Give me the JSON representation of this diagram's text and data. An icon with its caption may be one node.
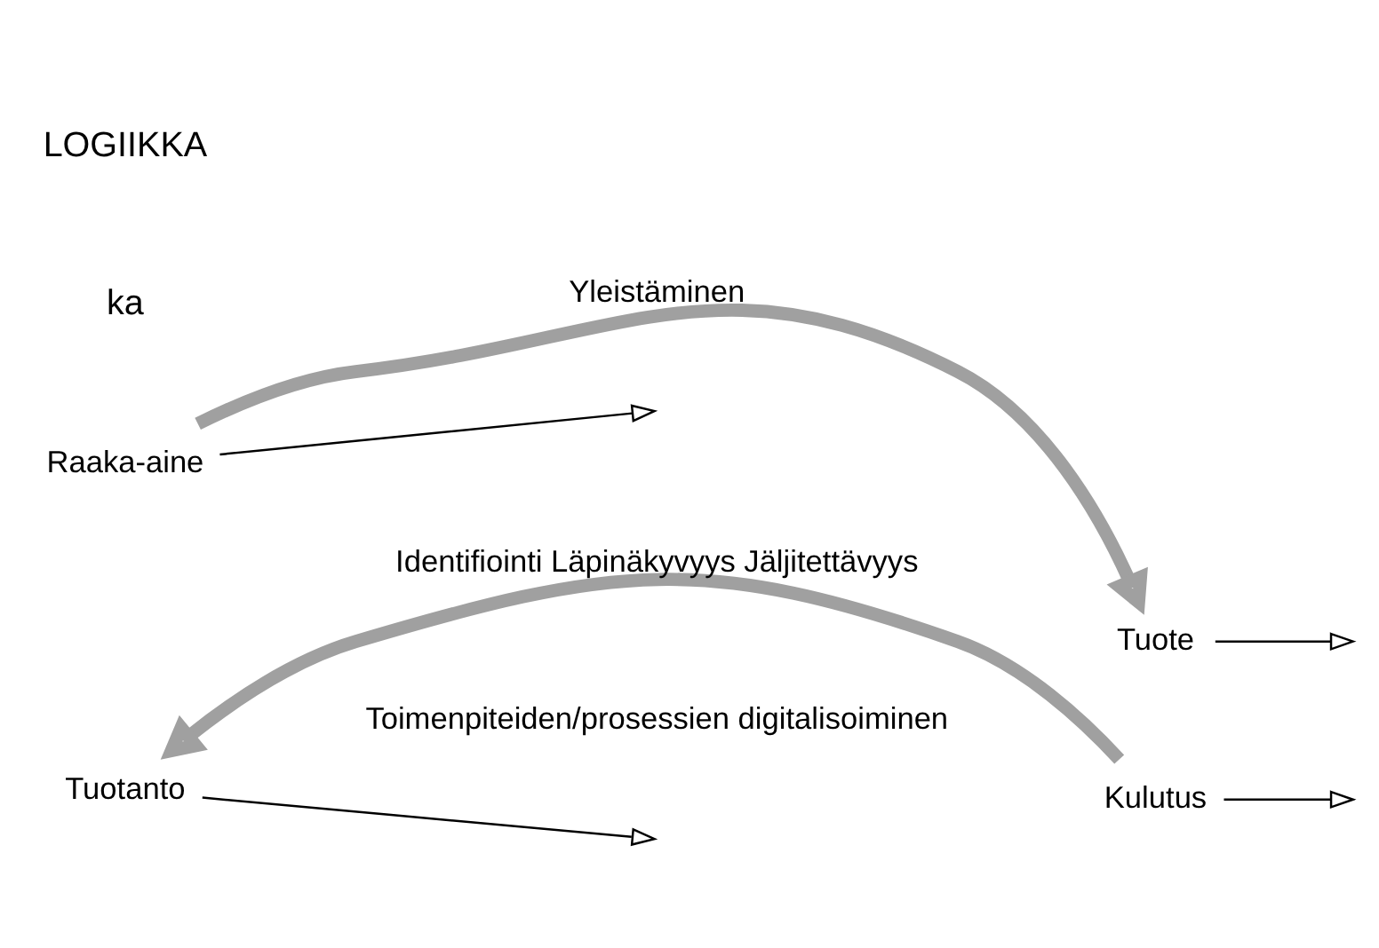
{
  "diagram": {
    "nodes": [
      {
        "text": [
          "Raaka-aine"
        ]
      },
      {
        "text": [
          "Tuotanto"
        ]
      },
      {
        "text": [
          "Toimenpiteiden/prosessien digitalisoiminen"
        ]
      },
      {
        "text": [
          "Tuote"
        ]
      },
      {
        "text": [
          "Kulutus"
        ]
      }
    ],
    "edges": [
      {
        "from": 0,
        "to": 3,
        "arrow": "to",
        "label": "Yleistäminen",
        "style": "thick",
        "color": "#a0a0a0"
      },
      {
        "from": 4,
        "to": 1,
        "arrow": "to",
        "label": "Identifiointi Läpinäkyvyys Jäljitettävyys",
        "style": "thick",
        "color": "#a0a0a0"
      },
      {
        "from": 0,
        "to": null,
        "arrow": "to"
      },
      {
        "from": 1,
        "to": null,
        "arrow": "to"
      },
      {
        "from": 3,
        "to": null,
        "arrow": "to"
      },
      {
        "from": 4,
        "to": null,
        "arrow": "to"
      }
    ],
    "labels": [
      "ka",
      "LOGIIKKA"
    ]
  }
}
